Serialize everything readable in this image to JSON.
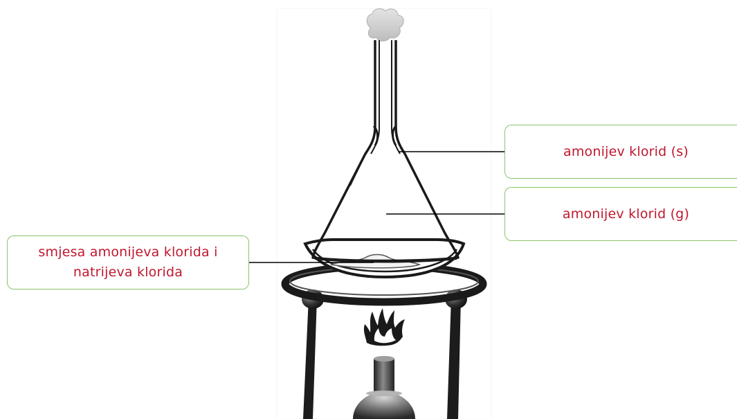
{
  "labels": {
    "solid": "amonijev klorid (s)",
    "gas": "amonijev klorid (g)",
    "mixture_line1": "smjesa amonijeva klorida i",
    "mixture_line2": "natrijeva klorida"
  },
  "colors": {
    "label_text": "#c0172e",
    "label_border": "#8cc26a",
    "line": "#000000",
    "apparatus_dark": "#222222"
  }
}
